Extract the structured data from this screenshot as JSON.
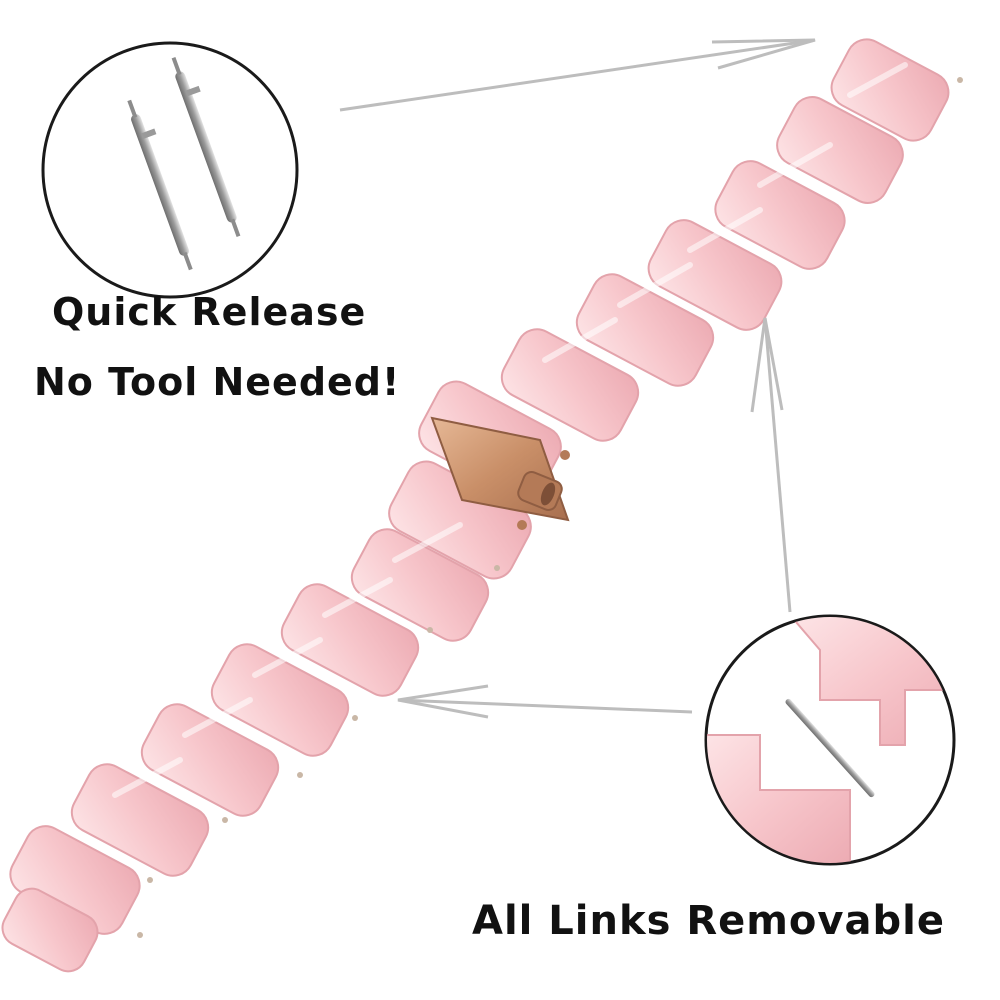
{
  "captions": {
    "quick_release": "Quick Release",
    "no_tool": "No Tool Needed!",
    "links_removable": "All Links Removable"
  },
  "colors": {
    "background": "#ffffff",
    "link_pink": "#f6c3c8",
    "link_pink_light": "#fde2e4",
    "link_pink_dark": "#e8a9b0",
    "clasp_rose_gold": "#c9966f",
    "pin_steel": "#b8b8b8",
    "arrow_gray": "#bdbdbd",
    "callout_ring": "#1a1a1a"
  },
  "icons": [
    "spring-bar-pin-icon",
    "clasp-icon",
    "arrow-icon"
  ]
}
